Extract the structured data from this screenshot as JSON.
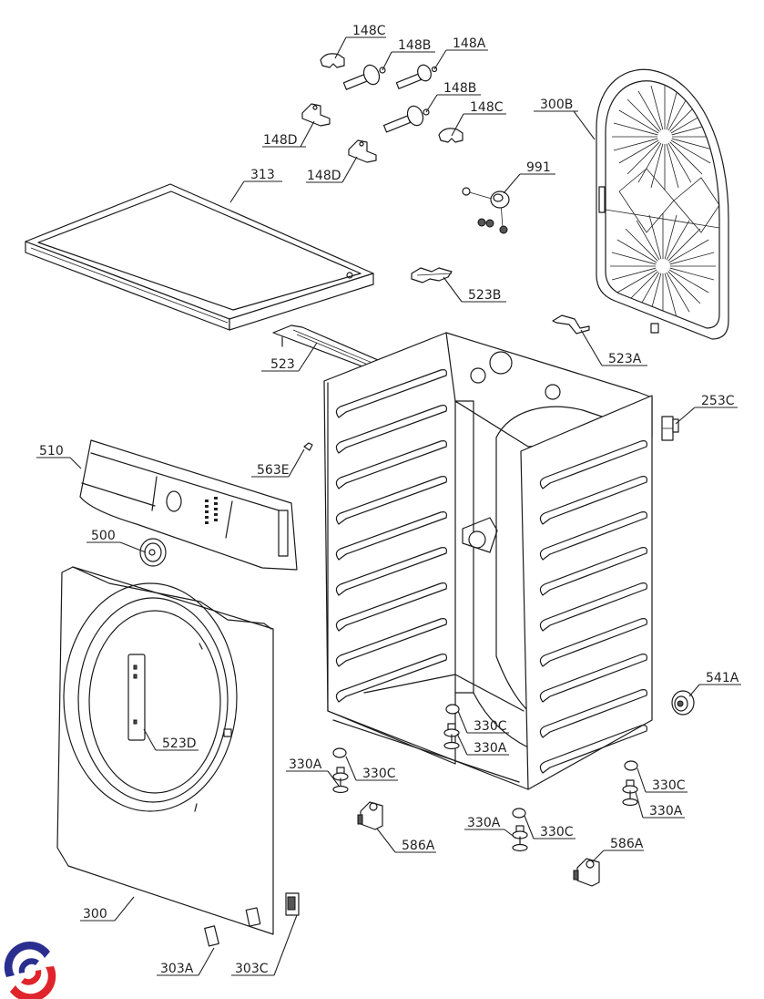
{
  "diagram": {
    "title": "Washing machine cabinet exploded parts diagram",
    "line_color": "#1a1a1a",
    "background": "#ffffff"
  },
  "logo": {
    "name": "brand-logo",
    "colors": {
      "blue": "#2a2f8f",
      "red": "#e0242b"
    }
  },
  "callouts": [
    {
      "id": "148C-a",
      "label": "148C",
      "part": "hinge clip"
    },
    {
      "id": "148B-a",
      "label": "148B",
      "part": "shock absorber pin"
    },
    {
      "id": "148A",
      "label": "148A",
      "part": "shock absorber pin"
    },
    {
      "id": "148B-b",
      "label": "148B",
      "part": "shock absorber pin"
    },
    {
      "id": "148C-b",
      "label": "148C",
      "part": "hinge clip"
    },
    {
      "id": "148D-a",
      "label": "148D",
      "part": "bracket"
    },
    {
      "id": "148D-b",
      "label": "148D",
      "part": "bracket"
    },
    {
      "id": "313",
      "label": "313",
      "part": "worktop / top cover"
    },
    {
      "id": "991",
      "label": "991",
      "part": "fixing kit"
    },
    {
      "id": "300B",
      "label": "300B",
      "part": "rear panel"
    },
    {
      "id": "523B",
      "label": "523B",
      "part": "bracket"
    },
    {
      "id": "523",
      "label": "523",
      "part": "top cross-member"
    },
    {
      "id": "523A",
      "label": "523A",
      "part": "bracket"
    },
    {
      "id": "253C",
      "label": "253C",
      "part": "clip"
    },
    {
      "id": "510",
      "label": "510",
      "part": "control panel fascia"
    },
    {
      "id": "563E",
      "label": "563E",
      "part": "clip"
    },
    {
      "id": "500",
      "label": "500",
      "part": "programme knob"
    },
    {
      "id": "523D",
      "label": "523D",
      "part": "door hinge plate"
    },
    {
      "id": "541A",
      "label": "541A",
      "part": "foot"
    },
    {
      "id": "330C-a",
      "label": "330C",
      "part": "lock nut"
    },
    {
      "id": "330A-a",
      "label": "330A",
      "part": "adjustable foot"
    },
    {
      "id": "330A-b",
      "label": "330A",
      "part": "adjustable foot"
    },
    {
      "id": "330C-b",
      "label": "330C",
      "part": "lock nut"
    },
    {
      "id": "330C-c",
      "label": "330C",
      "part": "lock nut"
    },
    {
      "id": "330A-c",
      "label": "330A",
      "part": "adjustable foot"
    },
    {
      "id": "330A-d",
      "label": "330A",
      "part": "adjustable foot"
    },
    {
      "id": "330C-d",
      "label": "330C",
      "part": "lock nut"
    },
    {
      "id": "586A-a",
      "label": "586A",
      "part": "transport bracket"
    },
    {
      "id": "586A-b",
      "label": "586A",
      "part": "transport bracket"
    },
    {
      "id": "300",
      "label": "300",
      "part": "front panel"
    },
    {
      "id": "303A",
      "label": "303A",
      "part": "cover"
    },
    {
      "id": "303C",
      "label": "303C",
      "part": "door lock"
    }
  ]
}
